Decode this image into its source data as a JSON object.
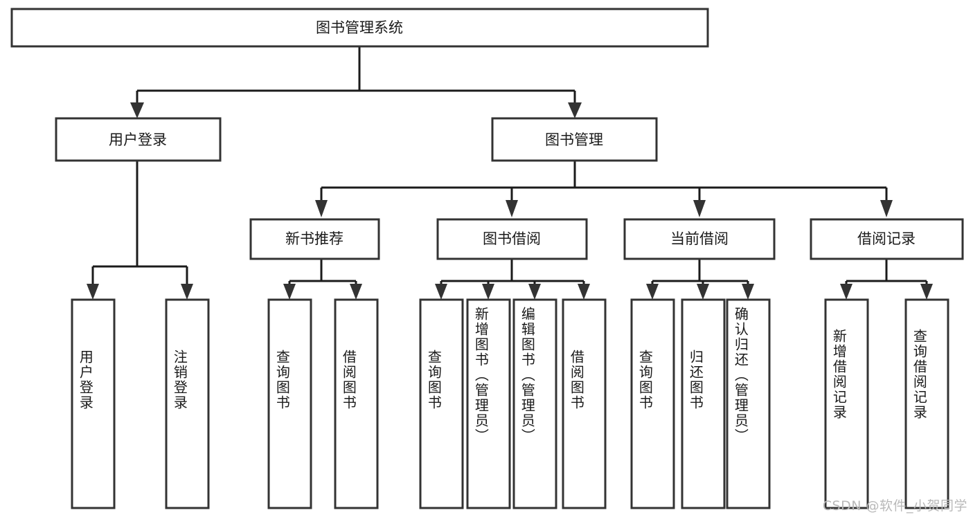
{
  "diagram": {
    "title": "图书管理系统",
    "type": "tree",
    "orientation": "top-down",
    "colors": {
      "box_fill": "#ffffff",
      "box_stroke": "#333333",
      "line": "#1b1b1b",
      "text": "#1a1a1a",
      "watermark": "#b9b9b9"
    },
    "root": {
      "label": "图书管理系统"
    },
    "level2": [
      {
        "label": "用户登录"
      },
      {
        "label": "图书管理"
      }
    ],
    "level3": [
      {
        "label": "新书推荐"
      },
      {
        "label": "图书借阅"
      },
      {
        "label": "当前借阅"
      },
      {
        "label": "借阅记录"
      }
    ],
    "leaves": {
      "user_login": [
        {
          "label": "用户登录"
        },
        {
          "label": "注销登录"
        }
      ],
      "new_book": [
        {
          "label": "查询图书"
        },
        {
          "label": "借阅图书"
        }
      ],
      "book_borrow": [
        {
          "label": "查询图书"
        },
        {
          "label": "新增图书（管理员）"
        },
        {
          "label": "编辑图书（管理员）"
        },
        {
          "label": "借阅图书"
        }
      ],
      "current_borrow": [
        {
          "label": "查询图书"
        },
        {
          "label": "归还图书"
        },
        {
          "label": "确认归还（管理员）"
        }
      ],
      "borrow_record": [
        {
          "label": "新增借阅记录"
        },
        {
          "label": "查询借阅记录"
        }
      ]
    }
  },
  "watermark": {
    "text": "CSDN @软件_小贺同学"
  }
}
